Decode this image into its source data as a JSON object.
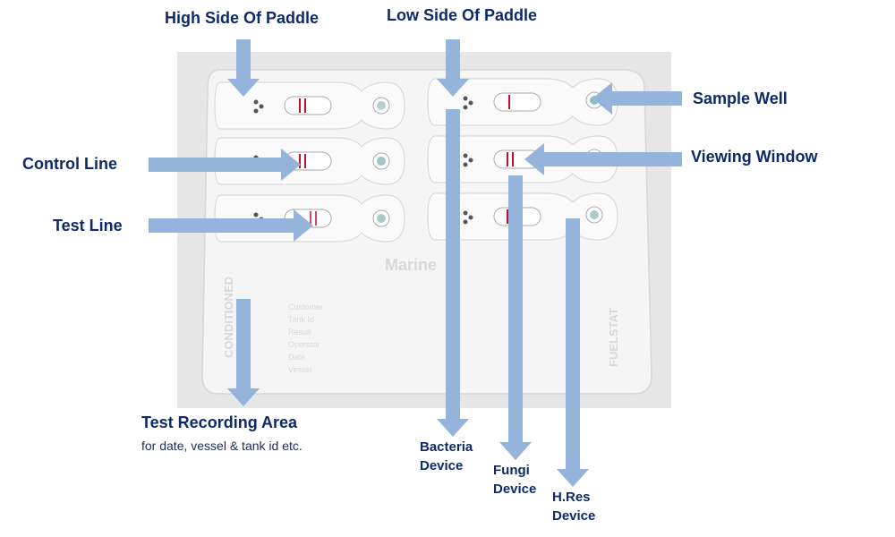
{
  "labels": {
    "high_side": "High Side Of Paddle",
    "low_side": "Low Side Of Paddle",
    "sample_well": "Sample Well",
    "viewing_window": "Viewing Window",
    "control_line": "Control Line",
    "test_line": "Test Line",
    "test_recording_area": "Test Recording Area",
    "test_recording_sub": "for date, vessel & tank id etc.",
    "bacteria_l1": "Bacteria",
    "bacteria_l2": "Device",
    "fungi_l1": "Fungi",
    "fungi_l2": "Device",
    "hres_l1": "H.Res",
    "hres_l2": "Device"
  },
  "plate": {
    "brand": "Marine",
    "side_left": "CONDITIONED",
    "side_right": "FUELSTAT",
    "form_fields": [
      "Customer",
      "Tank Id",
      "Result",
      "Operator",
      "Date",
      "Vessel"
    ]
  },
  "colors": {
    "arrow": "#94b4dc",
    "label": "#0d2a6b",
    "plate": "#f3f3f3",
    "control_line": "#c8102e",
    "sample_well": "#8ac0bf"
  }
}
